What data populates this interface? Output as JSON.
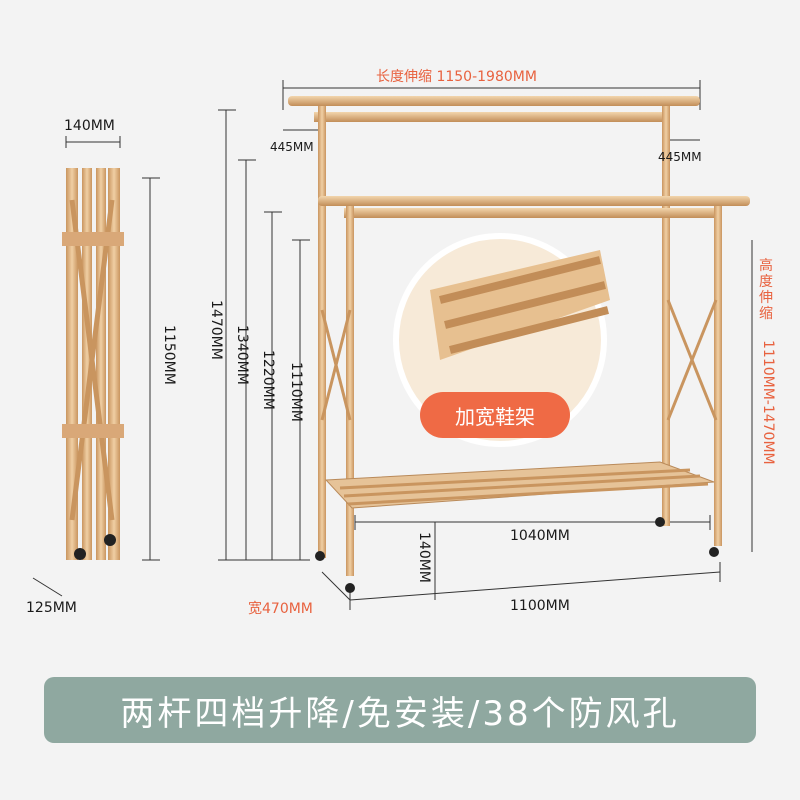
{
  "dimensions": {
    "folded_width": "140MM",
    "folded_height": "1150MM",
    "folded_depth": "125MM",
    "length_telescopic": "长度伸缩 1150-1980MM",
    "offset_left": "445MM",
    "offset_right": "445MM",
    "h1": "1470MM",
    "h2": "1340MM",
    "h3": "1220MM",
    "h4": "1110MM",
    "inner_width": "1040MM",
    "shoe_gap": "140MM",
    "outer_width": "1100MM",
    "depth": "宽470MM",
    "height_telescopic_label": "高度伸缩",
    "height_telescopic_range": "1110MM-1470MM"
  },
  "zoom": {
    "label": "加宽鞋架"
  },
  "banner": {
    "text": "两杆四档升降/免安装/38个防风孔"
  },
  "colors": {
    "background": "#f3f3f3",
    "gold": "#d9ad7c",
    "gold_dark": "#b98a5a",
    "accent": "#e8623f",
    "banner": "#8fa8a0"
  }
}
